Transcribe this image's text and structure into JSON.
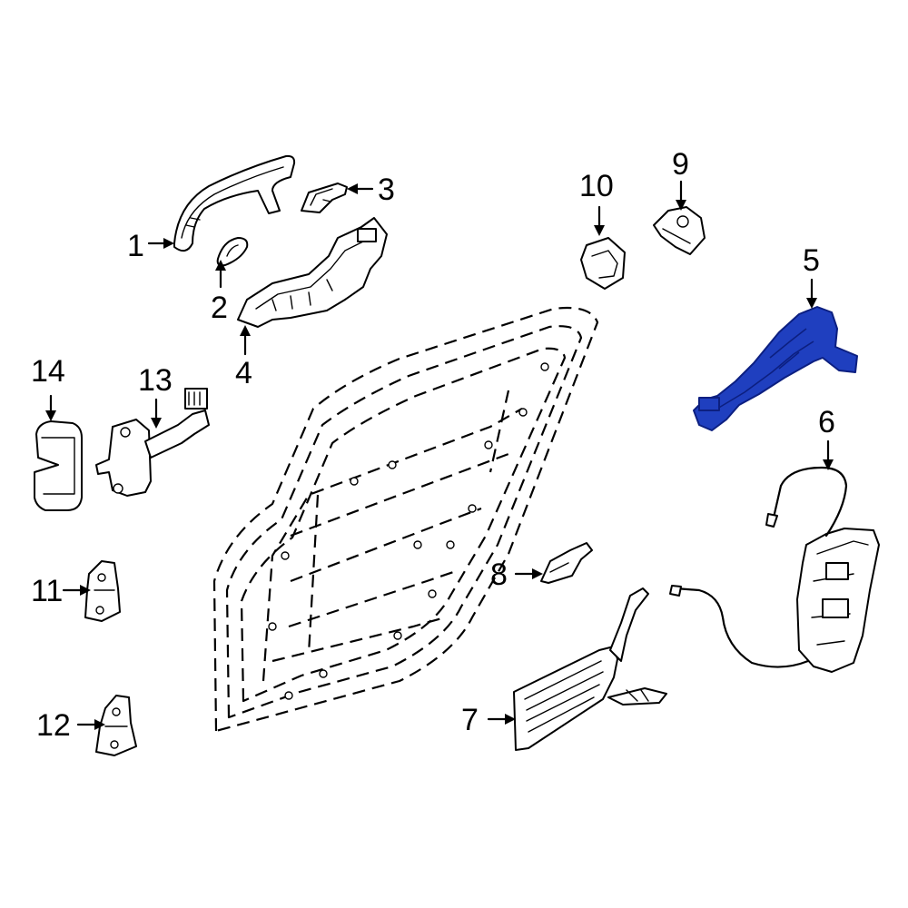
{
  "diagram": {
    "highlight_color": "#1f3fbf",
    "callouts": [
      {
        "id": "1",
        "label": "1"
      },
      {
        "id": "2",
        "label": "2"
      },
      {
        "id": "3",
        "label": "3"
      },
      {
        "id": "4",
        "label": "4"
      },
      {
        "id": "5",
        "label": "5"
      },
      {
        "id": "6",
        "label": "6"
      },
      {
        "id": "7",
        "label": "7"
      },
      {
        "id": "8",
        "label": "8"
      },
      {
        "id": "9",
        "label": "9"
      },
      {
        "id": "10",
        "label": "10"
      },
      {
        "id": "11",
        "label": "11"
      },
      {
        "id": "12",
        "label": "12"
      },
      {
        "id": "13",
        "label": "13"
      },
      {
        "id": "14",
        "label": "14"
      }
    ]
  }
}
